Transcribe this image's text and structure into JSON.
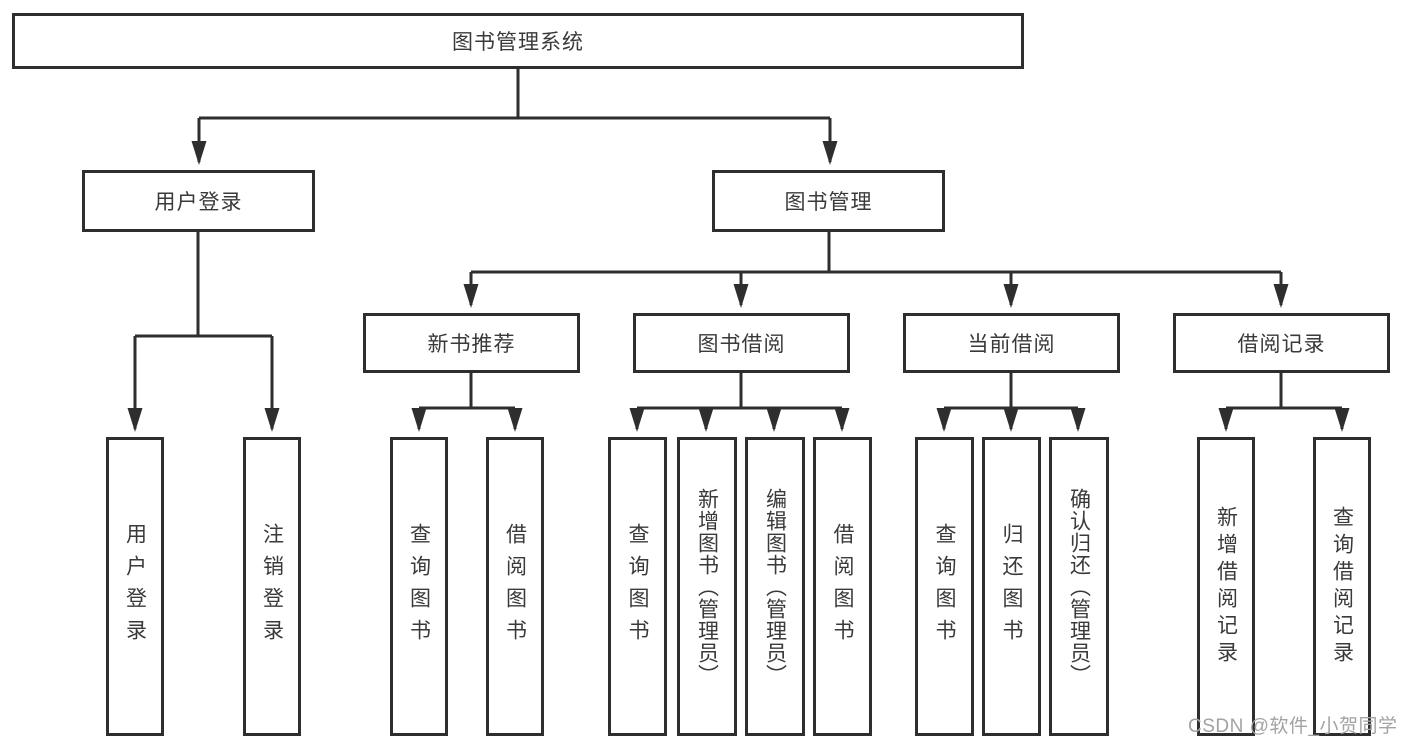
{
  "diagram": {
    "root": {
      "label": "图书管理系统"
    },
    "branches": [
      {
        "label": "用户登录",
        "children": [
          {
            "label": "用户登录"
          },
          {
            "label": "注销登录"
          }
        ]
      },
      {
        "label": "图书管理",
        "children": [
          {
            "label": "新书推荐",
            "children": [
              {
                "label": "查询图书"
              },
              {
                "label": "借阅图书"
              }
            ]
          },
          {
            "label": "图书借阅",
            "children": [
              {
                "label": "查询图书"
              },
              {
                "label": "新增图书（管理员）"
              },
              {
                "label": "编辑图书（管理员）"
              },
              {
                "label": "借阅图书"
              }
            ]
          },
          {
            "label": "当前借阅",
            "children": [
              {
                "label": "查询图书"
              },
              {
                "label": "归还图书"
              },
              {
                "label": "确认归还（管理员）"
              }
            ]
          },
          {
            "label": "借阅记录",
            "children": [
              {
                "label": "新增借阅记录"
              },
              {
                "label": "查询借阅记录"
              }
            ]
          }
        ]
      }
    ]
  },
  "watermark": {
    "text": "CSDN @软件_小贺同学"
  },
  "colors": {
    "line": "#2e2e2e",
    "text": "#3a3a3a",
    "watermark": "#a3a3a3",
    "background": "#ffffff"
  }
}
